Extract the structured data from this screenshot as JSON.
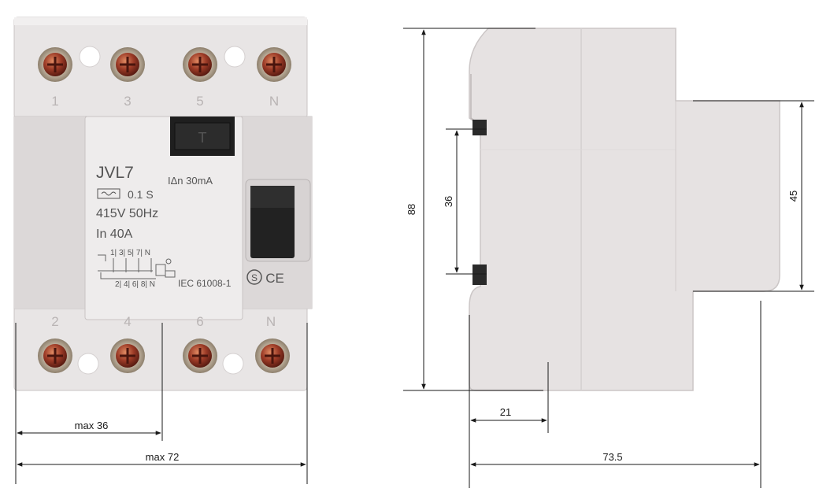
{
  "front_view": {
    "top_terminal_numbers": [
      "1",
      "3",
      "5",
      "N"
    ],
    "bottom_terminal_numbers": [
      "2",
      "4",
      "6",
      "N"
    ],
    "model": "JVL7",
    "sensitivity": "IΔn 30mA",
    "delay": "0.1 S",
    "rating_voltage": "415V  50Hz",
    "rating_current": "In 40A",
    "schematic_top": "1| 3| 5| 7| N",
    "schematic_bottom": "2| 4| 6| 8| N",
    "standard": "IEC 61008-1",
    "marks": [
      "S",
      "CE"
    ],
    "dimensions": {
      "depth_to_front": "max 36",
      "width": "max 72"
    }
  },
  "side_view": {
    "dimensions": {
      "height": "88",
      "rail": "36",
      "front_module": "45",
      "rail_offset": "21",
      "depth": "73.5"
    }
  },
  "colors": {
    "housing": "#e6e2e2",
    "terminal": "#7a2a1e",
    "handle": "#1e1e1e",
    "ink": "#1a1a1a"
  }
}
